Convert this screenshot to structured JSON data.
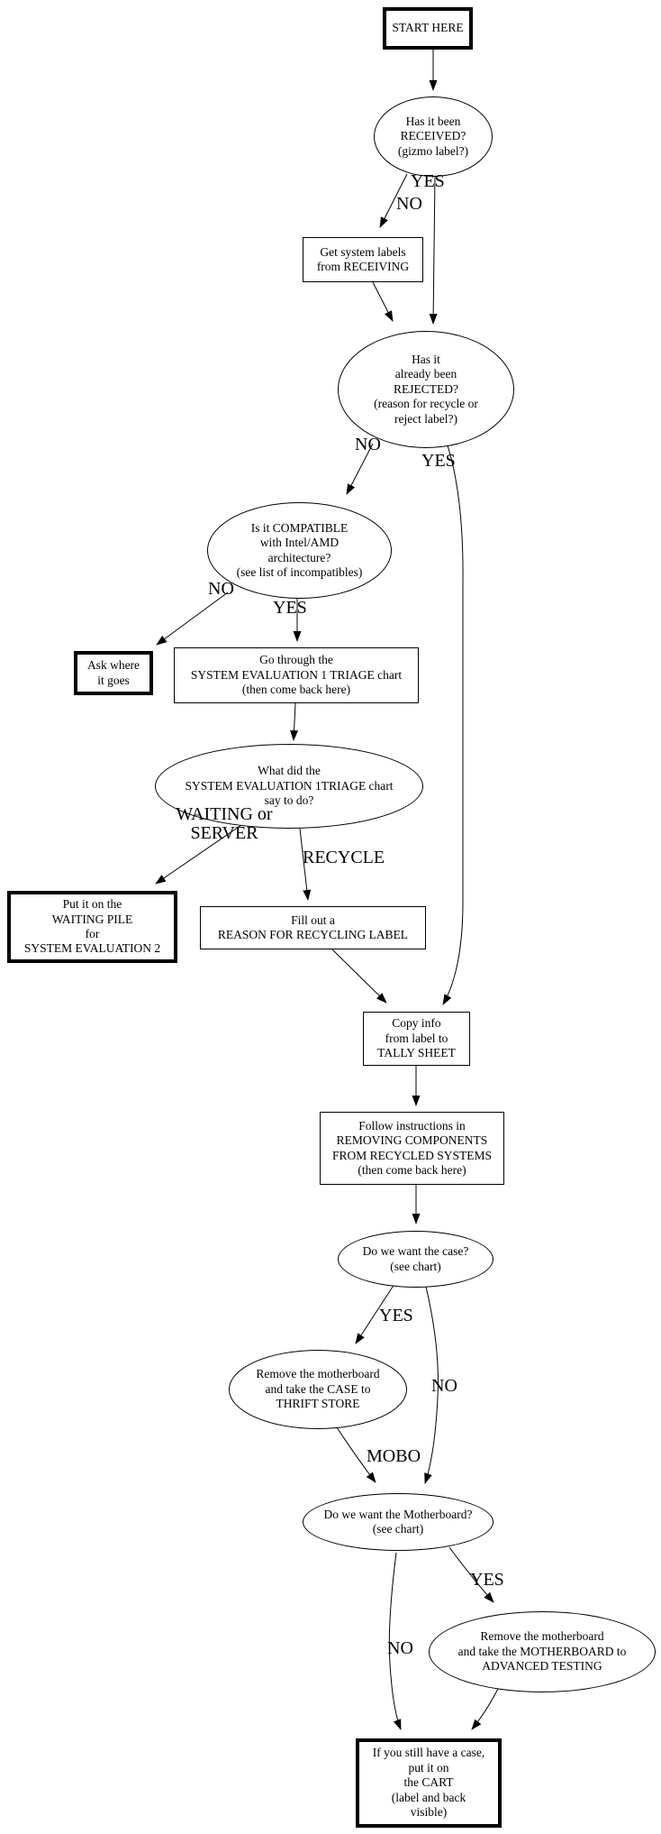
{
  "flowchart": {
    "background_color": "#ffffff",
    "line_color": "#000000",
    "nodes": {
      "start": {
        "shape": "bold-box",
        "label": "START HERE"
      },
      "received": {
        "shape": "ellipse",
        "label": "Has it been\nRECEIVED?\n(gizmo label?)"
      },
      "get_labels": {
        "shape": "box",
        "label": "Get system labels\nfrom RECEIVING"
      },
      "rejected": {
        "shape": "ellipse",
        "label": "Has it\nalready been\nREJECTED?\n(reason for recycle or\nreject label?)"
      },
      "compatible": {
        "shape": "ellipse",
        "label": "Is it COMPATIBLE\nwith Intel/AMD\narchitecture?\n(see list of incompatibles)"
      },
      "ask_where": {
        "shape": "bold-box",
        "label": "Ask where\nit goes"
      },
      "triage": {
        "shape": "box",
        "label": "Go through the\nSYSTEM EVALUATION 1 TRIAGE chart\n(then come back here)"
      },
      "what_did": {
        "shape": "ellipse",
        "label": "What did the\nSYSTEM EVALUATION 1TRIAGE chart\nsay to do?"
      },
      "waiting_pile": {
        "shape": "bold-box",
        "label": "Put it on the\nWAITING PILE\nfor\nSYSTEM EVALUATION 2"
      },
      "fill_out": {
        "shape": "box",
        "label": "Fill out a\nREASON FOR RECYCLING LABEL"
      },
      "copy_info": {
        "shape": "box",
        "label": "Copy info\nfrom label to\nTALLY SHEET"
      },
      "follow": {
        "shape": "box",
        "label": "Follow instructions in\nREMOVING COMPONENTS\nFROM RECYCLED SYSTEMS\n(then come back here)"
      },
      "want_case": {
        "shape": "ellipse",
        "label": "Do we want the case?\n(see chart)"
      },
      "case_thrift": {
        "shape": "ellipse",
        "label": "Remove the motherboard\nand take the CASE to\nTHRIFT STORE"
      },
      "want_mobo": {
        "shape": "ellipse",
        "label": "Do we want the Motherboard?\n(see chart)"
      },
      "mobo_testing": {
        "shape": "ellipse",
        "label": "Remove the motherboard\nand take the MOTHERBOARD to\nADVANCED TESTING"
      },
      "cart": {
        "shape": "bold-box",
        "label": "If you still have a case,\nput it on\nthe CART\n(label and back\nvisible)"
      }
    },
    "edges": [
      {
        "from": "start",
        "to": "received",
        "label": ""
      },
      {
        "from": "received",
        "to": "get_labels",
        "label": "NO"
      },
      {
        "from": "received",
        "to": "rejected",
        "label": "YES"
      },
      {
        "from": "get_labels",
        "to": "rejected",
        "label": ""
      },
      {
        "from": "rejected",
        "to": "compatible",
        "label": "NO"
      },
      {
        "from": "rejected",
        "to": "copy_info",
        "label": "YES"
      },
      {
        "from": "compatible",
        "to": "ask_where",
        "label": "NO"
      },
      {
        "from": "compatible",
        "to": "triage",
        "label": "YES"
      },
      {
        "from": "triage",
        "to": "what_did",
        "label": ""
      },
      {
        "from": "what_did",
        "to": "waiting_pile",
        "label": "WAITING or\nSERVER"
      },
      {
        "from": "what_did",
        "to": "fill_out",
        "label": "RECYCLE"
      },
      {
        "from": "fill_out",
        "to": "copy_info",
        "label": ""
      },
      {
        "from": "copy_info",
        "to": "follow",
        "label": ""
      },
      {
        "from": "follow",
        "to": "want_case",
        "label": ""
      },
      {
        "from": "want_case",
        "to": "case_thrift",
        "label": "YES"
      },
      {
        "from": "want_case",
        "to": "want_mobo",
        "label": "NO"
      },
      {
        "from": "case_thrift",
        "to": "want_mobo",
        "label": "MOBO"
      },
      {
        "from": "want_mobo",
        "to": "mobo_testing",
        "label": "YES"
      },
      {
        "from": "want_mobo",
        "to": "cart",
        "label": "NO"
      },
      {
        "from": "mobo_testing",
        "to": "cart",
        "label": ""
      }
    ]
  }
}
